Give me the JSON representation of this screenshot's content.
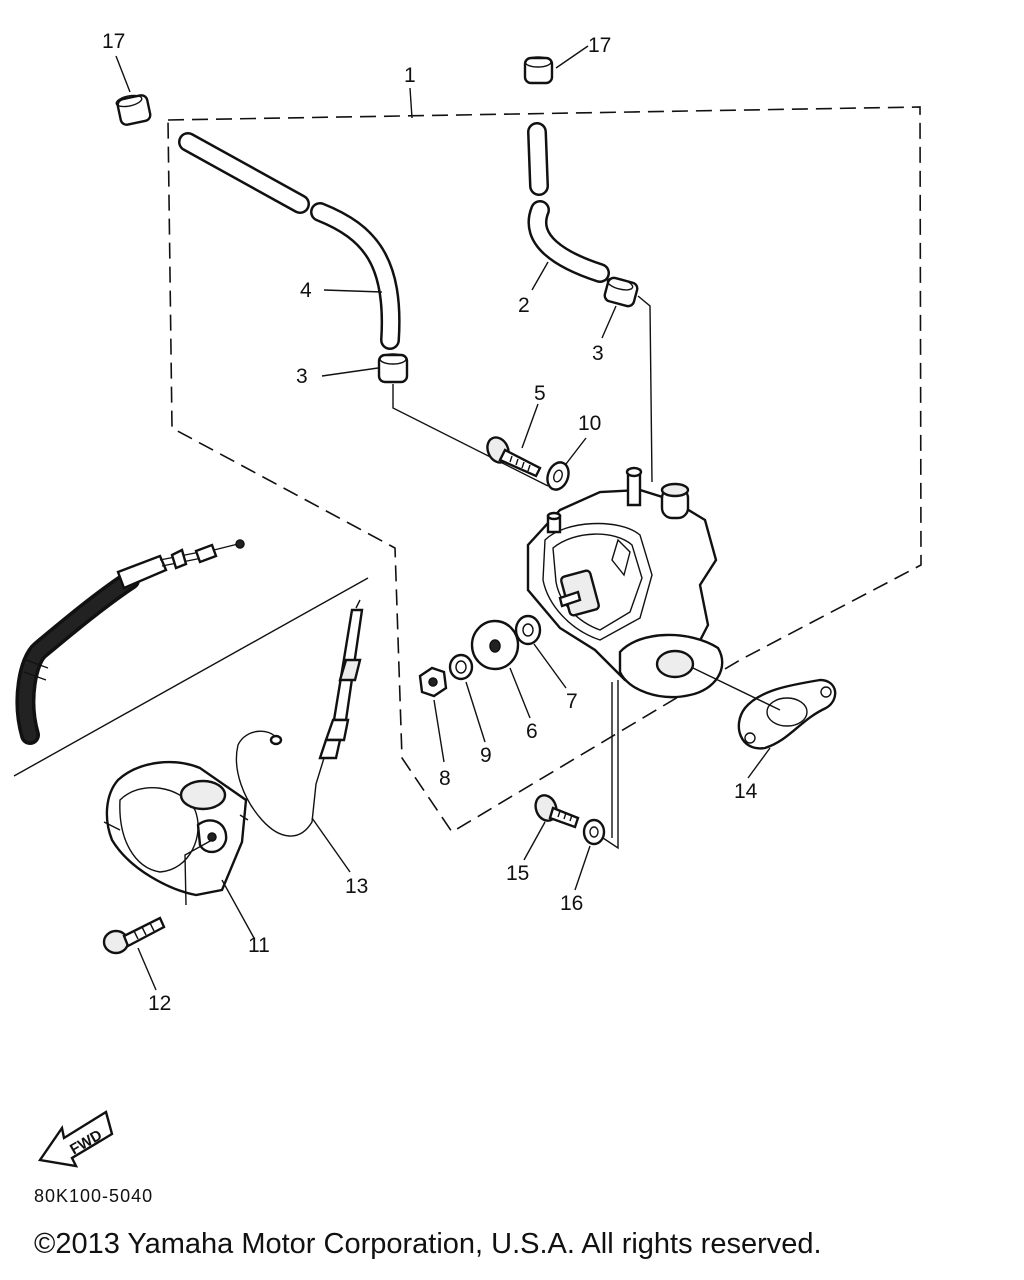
{
  "callouts": {
    "c1": "1",
    "c2": "2",
    "c3a": "3",
    "c3b": "3",
    "c4": "4",
    "c5": "5",
    "c6": "6",
    "c7": "7",
    "c8": "8",
    "c9": "9",
    "c10": "10",
    "c11": "11",
    "c12": "12",
    "c13": "13",
    "c14": "14",
    "c15": "15",
    "c16": "16",
    "c17a": "17",
    "c17b": "17"
  },
  "fwd_label": "FWD",
  "diagram_code": "80K100-5040",
  "copyright": "©2013 Yamaha Motor Corporation, U.S.A. All rights reserved."
}
